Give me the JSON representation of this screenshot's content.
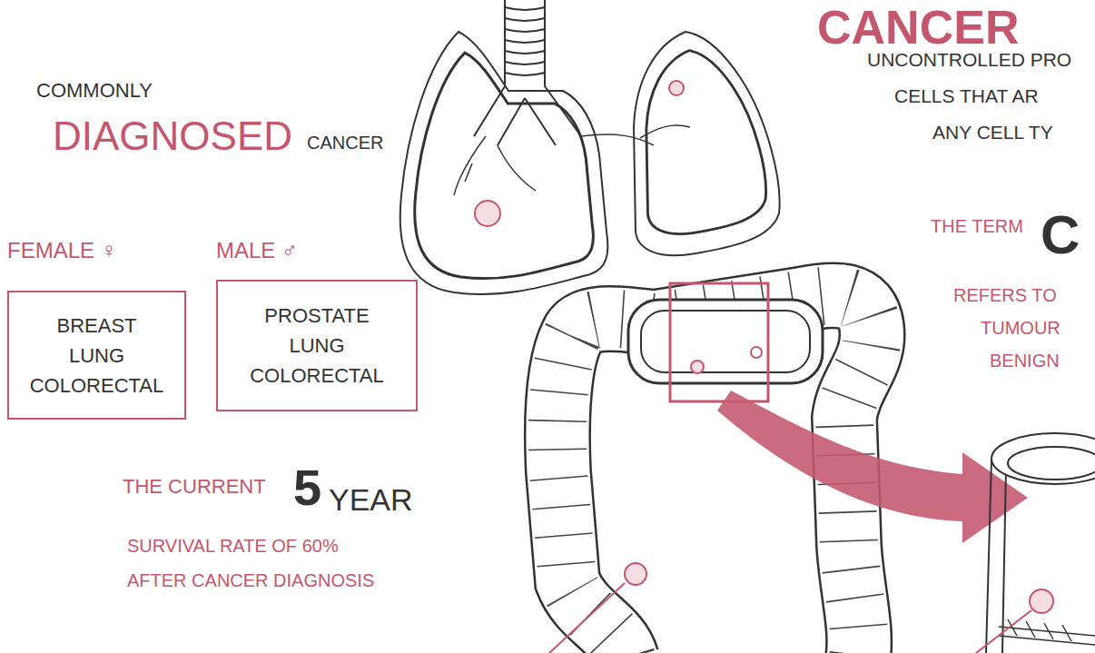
{
  "diagram": {
    "title": "CANCER",
    "nodes": [
      {
        "text": [
          "FEMALE ♀",
          "BREAST",
          "LUNG",
          "COLORECTAL"
        ]
      },
      {
        "text": [
          "MALE ♂",
          "PROSTATE",
          "LUNG",
          "COLORECTAL"
        ]
      }
    ],
    "labels": [
      "COMMONLY",
      "DIAGNOSED",
      "CANCER",
      "THE CURRENT",
      "5",
      "YEAR",
      "SURVIVAL RATE OF 60%",
      "AFTER CANCER DIAGNOSIS",
      "UNCONTROLLED PRO",
      "CELLS THAT AR",
      "ANY CELL TY",
      "THE TERM",
      "C",
      "REFERS TO",
      "TUMOUR",
      "BENIGN"
    ]
  }
}
